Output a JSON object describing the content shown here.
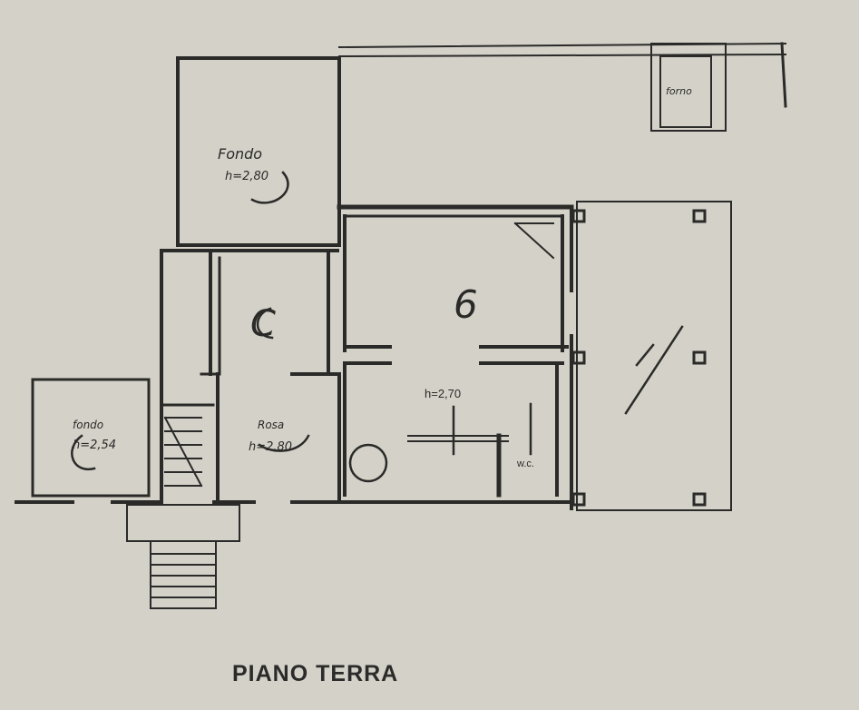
{
  "caption": "PIANO TERRA",
  "rooms": {
    "top_left": {
      "name": "Fondo",
      "height": "h=2,80"
    },
    "center_big": {
      "letter": "C"
    },
    "entrance": {
      "name": "Rosa",
      "height": "h=2,80"
    },
    "right_top": {
      "letter": "6"
    },
    "right_bottom": {
      "height": "h=2,70",
      "wc": "w.c."
    },
    "annex": {
      "name": "fondo",
      "height": "h=2,54"
    },
    "top_right_box": {
      "name": "forno"
    }
  },
  "colors": {
    "paper": "#d4d1c9",
    "ink": "#2a2a28"
  }
}
